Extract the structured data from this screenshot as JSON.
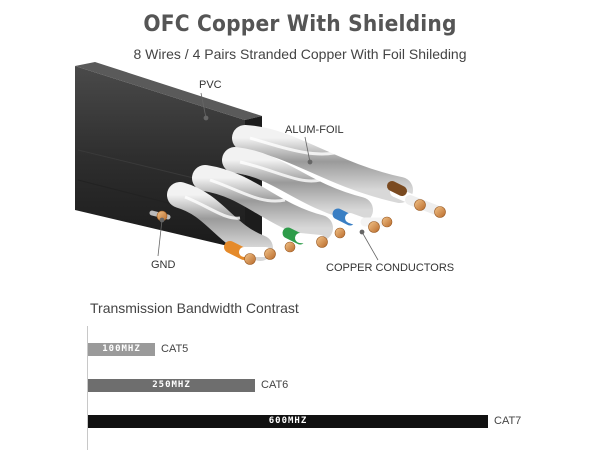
{
  "header": {
    "title": "OFC Copper With Shielding",
    "subtitle": "8 Wires / 4 Pairs Stranded Copper With Foil Shileding"
  },
  "callouts": {
    "pvc": "PVC",
    "alum_foil": "ALUM-FOIL",
    "gnd": "GND",
    "copper_conductors": "COPPER CONDUCTORS"
  },
  "wire_colors": [
    "#e58a2a",
    "#2e9c4a",
    "#3a7fc4",
    "#7a4a20"
  ],
  "bandwidth": {
    "title": "Transmission Bandwidth Contrast",
    "max_mhz": 600,
    "bars": [
      {
        "label": "100MHZ",
        "category": "CAT5",
        "mhz": 100,
        "color": "#9a9a9a"
      },
      {
        "label": "250MHZ",
        "category": "CAT6",
        "mhz": 250,
        "color": "#6e6e6e"
      },
      {
        "label": "600MHZ",
        "category": "CAT7",
        "mhz": 600,
        "color": "#111111"
      }
    ]
  }
}
